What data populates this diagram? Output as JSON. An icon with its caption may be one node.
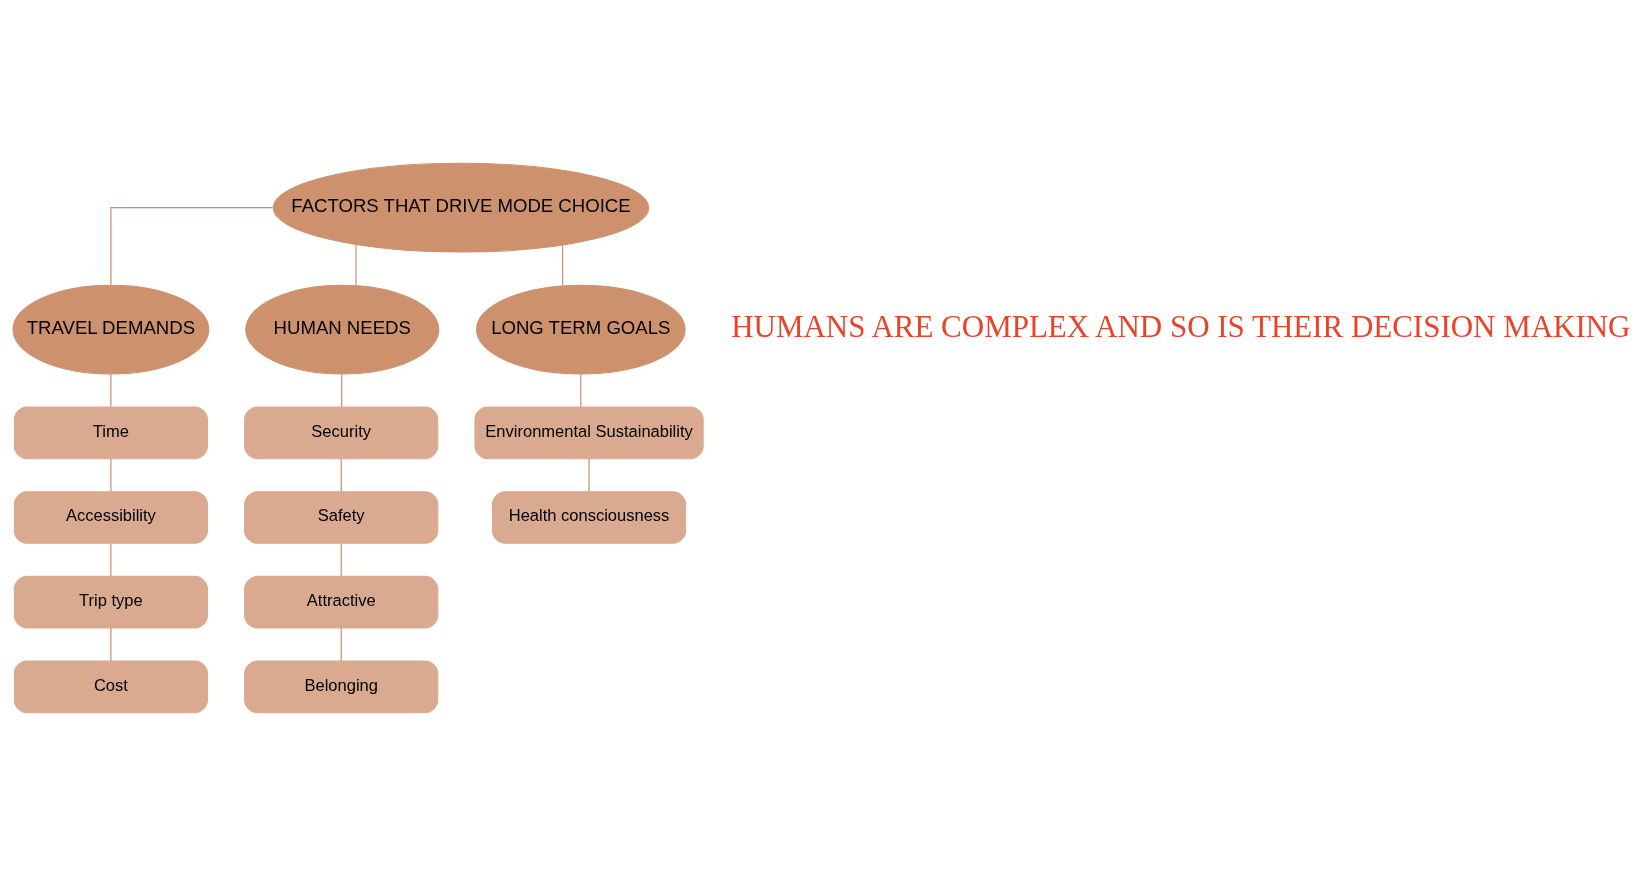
{
  "diagram": {
    "nodes": [
      {
        "text": [
          "FACTORS THAT DRIVE MODE CHOICE"
        ]
      },
      {
        "text": [
          "TRAVEL DEMANDS"
        ]
      },
      {
        "text": [
          "HUMAN NEEDS"
        ]
      },
      {
        "text": [
          "LONG TERM GOALS"
        ]
      },
      {
        "text": [
          "Time"
        ]
      },
      {
        "text": [
          "Accessibility"
        ]
      },
      {
        "text": [
          "Trip type"
        ]
      },
      {
        "text": [
          "Cost"
        ]
      },
      {
        "text": [
          "Security"
        ]
      },
      {
        "text": [
          "Safety"
        ]
      },
      {
        "text": [
          "Attractive"
        ]
      },
      {
        "text": [
          "Belonging"
        ]
      },
      {
        "text": [
          "Environmental Sustainability"
        ]
      },
      {
        "text": [
          "Health consciousness"
        ]
      }
    ],
    "edges": [
      {
        "from": 0,
        "to": 1,
        "arrow": "none"
      },
      {
        "from": 0,
        "to": 2,
        "arrow": "none"
      },
      {
        "from": 0,
        "to": 3,
        "arrow": "none"
      },
      {
        "from": 1,
        "to": 4,
        "arrow": "none"
      },
      {
        "from": 4,
        "to": 5,
        "arrow": "none"
      },
      {
        "from": 5,
        "to": 6,
        "arrow": "none"
      },
      {
        "from": 6,
        "to": 7,
        "arrow": "none"
      },
      {
        "from": 2,
        "to": 8,
        "arrow": "none"
      },
      {
        "from": 8,
        "to": 9,
        "arrow": "none"
      },
      {
        "from": 9,
        "to": 10,
        "arrow": "none"
      },
      {
        "from": 10,
        "to": 11,
        "arrow": "none"
      },
      {
        "from": 3,
        "to": 12,
        "arrow": "none"
      },
      {
        "from": 12,
        "to": 13,
        "arrow": "none"
      }
    ],
    "labels": [
      "HUMANS ARE COMPLEX AND SO IS THEIR DECISION MAKING"
    ]
  }
}
